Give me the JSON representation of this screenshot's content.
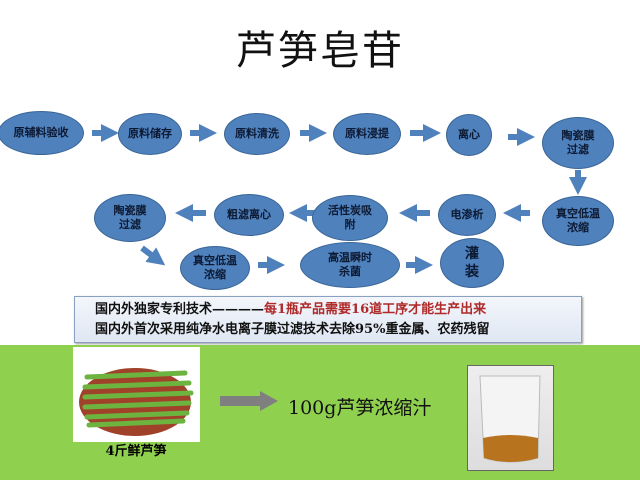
{
  "title": "芦笋皂苷",
  "flow": {
    "row1": [
      "原辅料验收",
      "原料储存",
      "原料清洗",
      "原料浸提",
      "离心",
      "陶瓷膜过滤"
    ],
    "row2": [
      "真空低温浓缩",
      "电渗析",
      "活性炭吸附",
      "粗滤离心",
      "陶瓷膜过滤"
    ],
    "row3": [
      "真空低温浓缩",
      "高温瞬时杀菌",
      "灌装"
    ]
  },
  "note": {
    "line1_prefix": "国内外独家专利技术————",
    "line1_highlight": "每1瓶产品需要16道工序才能生产出来",
    "line2": "国内外首次采用纯净水电离子膜过滤技术去除95%重金属、农药残留"
  },
  "bottom": {
    "asparagus_caption": "4斤鲜芦笋",
    "result_text": "100g芦笋浓缩汁"
  },
  "colors": {
    "node": "#4f81bd",
    "green": "#8fd14f",
    "highlight": "#b02a2a"
  }
}
